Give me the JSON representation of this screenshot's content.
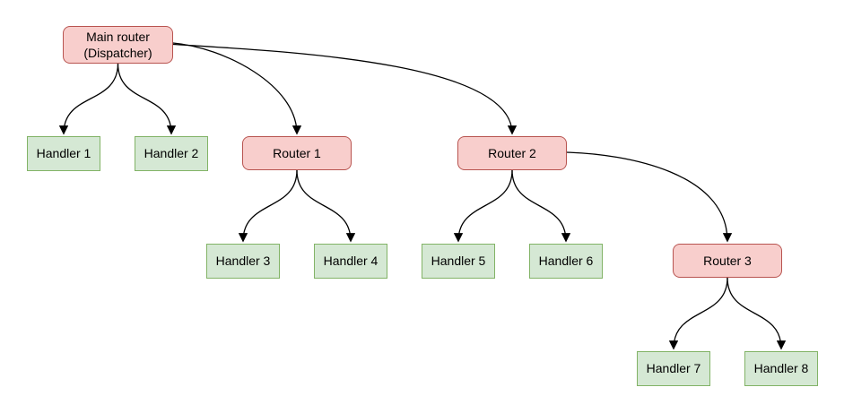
{
  "diagram": {
    "nodes": [
      {
        "id": "main-router",
        "label": "Main router\n(Dispatcher)",
        "type": "router"
      },
      {
        "id": "handler-1",
        "label": "Handler 1",
        "type": "handler"
      },
      {
        "id": "handler-2",
        "label": "Handler 2",
        "type": "handler"
      },
      {
        "id": "router-1",
        "label": "Router 1",
        "type": "router"
      },
      {
        "id": "router-2",
        "label": "Router 2",
        "type": "router"
      },
      {
        "id": "handler-3",
        "label": "Handler 3",
        "type": "handler"
      },
      {
        "id": "handler-4",
        "label": "Handler 4",
        "type": "handler"
      },
      {
        "id": "handler-5",
        "label": "Handler 5",
        "type": "handler"
      },
      {
        "id": "handler-6",
        "label": "Handler 6",
        "type": "handler"
      },
      {
        "id": "router-3",
        "label": "Router 3",
        "type": "router"
      },
      {
        "id": "handler-7",
        "label": "Handler 7",
        "type": "handler"
      },
      {
        "id": "handler-8",
        "label": "Handler 8",
        "type": "handler"
      }
    ],
    "edges": [
      {
        "from": "main-router",
        "to": "handler-1"
      },
      {
        "from": "main-router",
        "to": "handler-2"
      },
      {
        "from": "main-router",
        "to": "router-1"
      },
      {
        "from": "main-router",
        "to": "router-2"
      },
      {
        "from": "router-1",
        "to": "handler-3"
      },
      {
        "from": "router-1",
        "to": "handler-4"
      },
      {
        "from": "router-2",
        "to": "handler-5"
      },
      {
        "from": "router-2",
        "to": "handler-6"
      },
      {
        "from": "router-2",
        "to": "router-3"
      },
      {
        "from": "router-3",
        "to": "handler-7"
      },
      {
        "from": "router-3",
        "to": "handler-8"
      }
    ],
    "colors": {
      "router_fill": "#f8cecc",
      "router_border": "#b85450",
      "handler_fill": "#d5e8d4",
      "handler_border": "#82b366",
      "edge": "#000000",
      "background": "#ffffff"
    }
  }
}
